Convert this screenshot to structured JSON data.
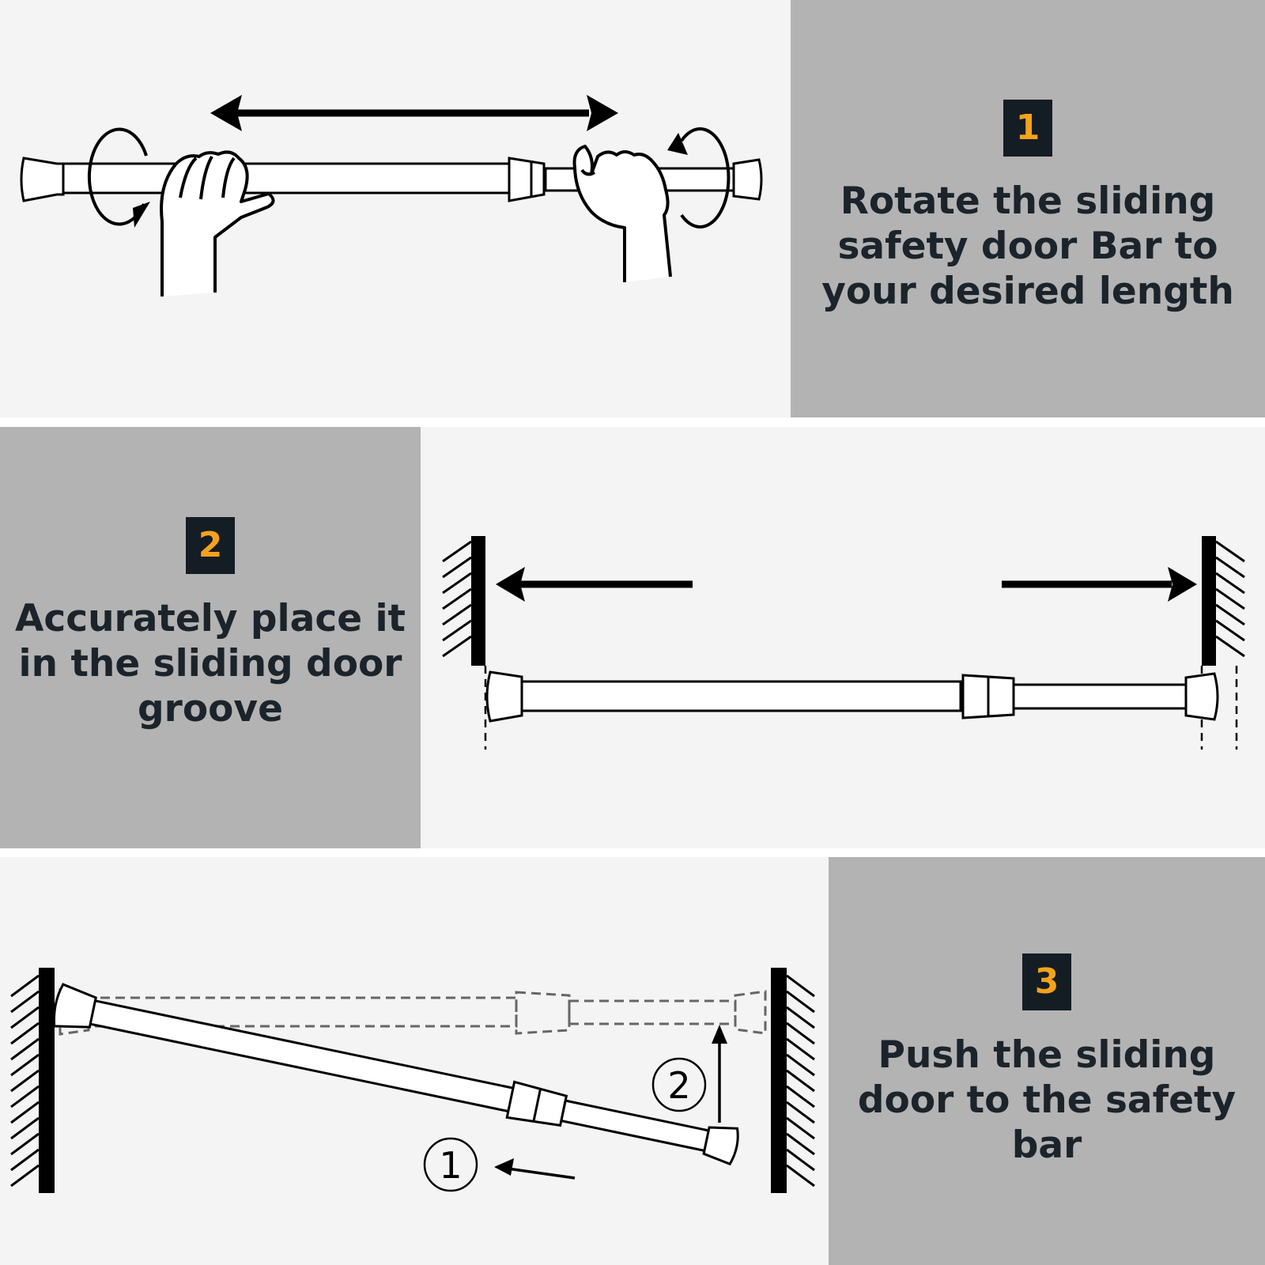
{
  "colors": {
    "panel_light": "#f4f4f4",
    "panel_gray": "#b3b3b3",
    "badge_bg": "#141d24",
    "badge_text": "#f5a21c",
    "caption_text": "#1b242b"
  },
  "steps": [
    {
      "number": "1",
      "text": "Rotate the sliding safety door Bar to your desired length",
      "lines": [
        "Rotate the sliding",
        "safety door Bar to",
        "your desired length"
      ]
    },
    {
      "number": "2",
      "text": "Accurately place it in the sliding door groove",
      "lines": [
        "Accurately place it",
        "in the sliding door",
        "groove"
      ]
    },
    {
      "number": "3",
      "text": "Push the sliding door to the safety bar",
      "lines": [
        "Push the sliding",
        "door to the safety",
        "bar"
      ]
    }
  ],
  "markers": {
    "first": "1",
    "second": "2"
  },
  "icons": [
    "double-arrow-icon",
    "rotate-arrow-icon",
    "hand-icon",
    "wall-icon",
    "arrow-icon",
    "circled-number-icon"
  ]
}
